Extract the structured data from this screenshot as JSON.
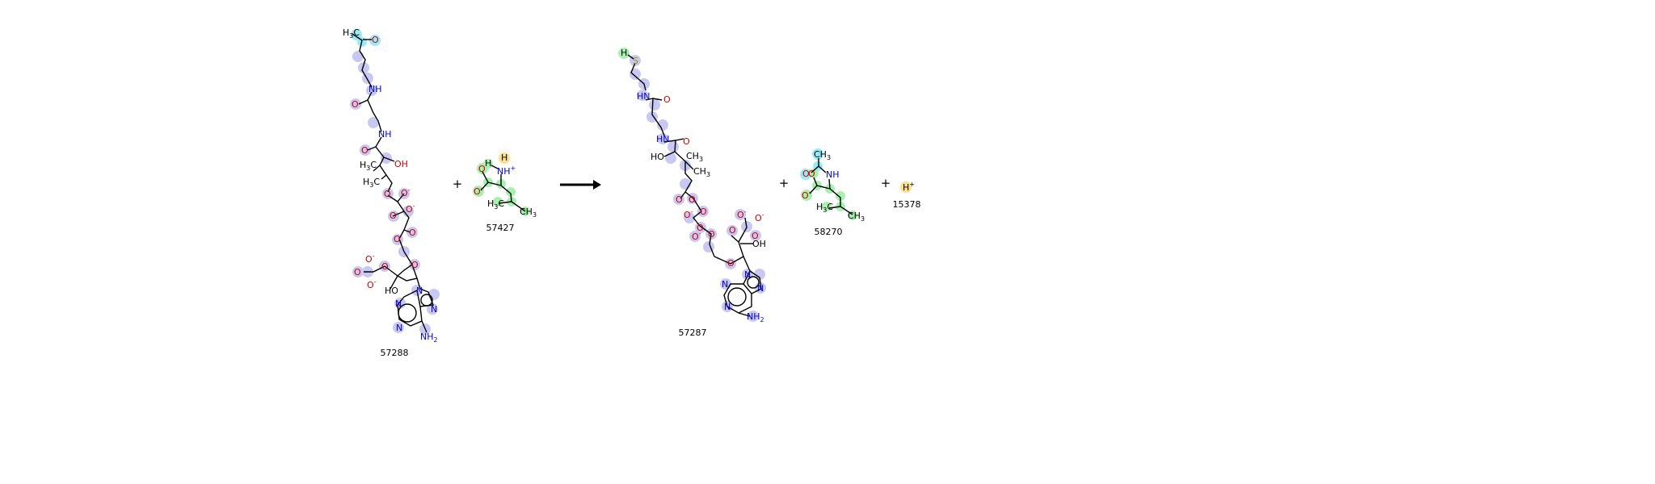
{
  "reaction": {
    "operator_plus": "+",
    "reactants": [
      {
        "id": "57288"
      },
      {
        "id": "57427"
      }
    ],
    "products": [
      {
        "id": "57287"
      },
      {
        "id": "58270"
      },
      {
        "id": "15378"
      }
    ]
  },
  "colors": {
    "highlight_purple": "#c8c8f2",
    "highlight_cyan": "#9ae9f6",
    "highlight_green": "#a8f0b0",
    "highlight_yellow": "#ffdf8a",
    "bond": "#000000",
    "oxygen": "#cc0000",
    "nitrogen": "#0000cc",
    "phosphorus": "#b06000",
    "sulfur": "#9a9a00"
  }
}
